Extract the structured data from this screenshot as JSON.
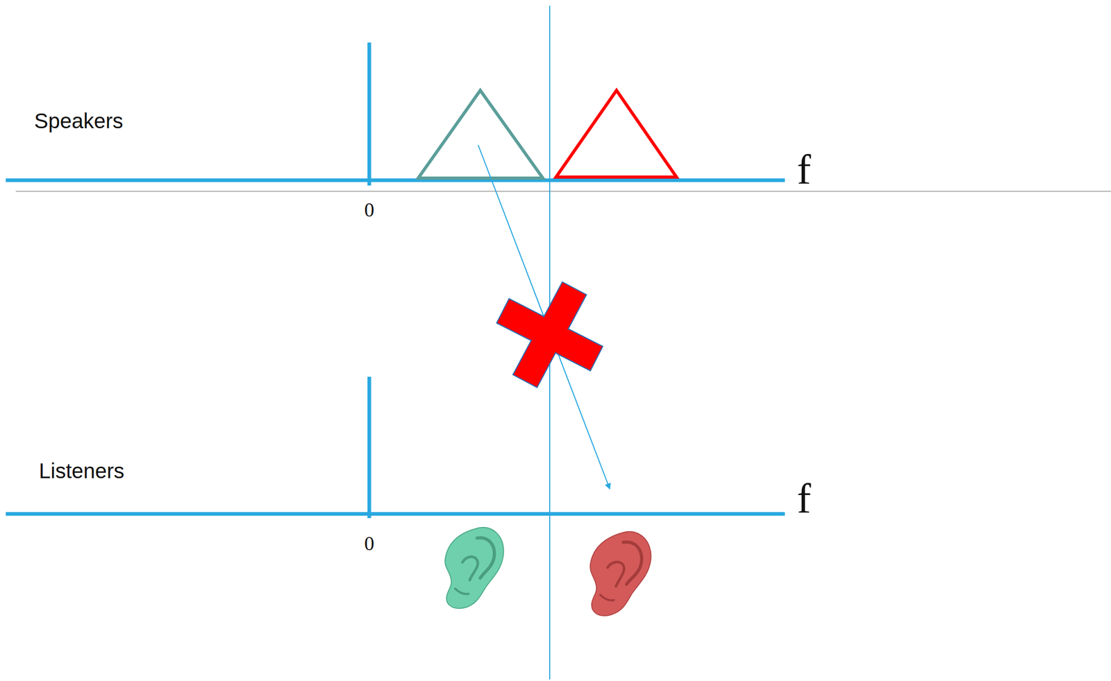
{
  "diagram": {
    "labels": [
      "Speakers",
      "f",
      "0",
      "Listeners",
      "f",
      "0"
    ]
  }
}
